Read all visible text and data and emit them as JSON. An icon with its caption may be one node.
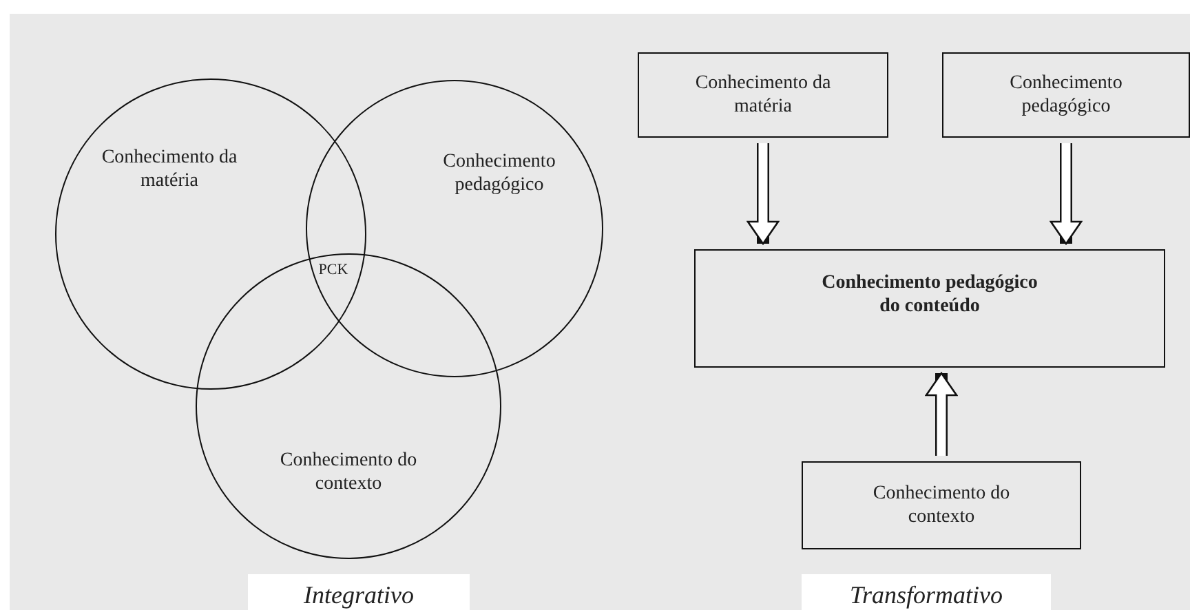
{
  "diagram": {
    "nodes": [
      {
        "text": [
          "Conhecimento da matéria"
        ]
      },
      {
        "text": [
          "Conhecimento pedagógico"
        ]
      },
      {
        "text": [
          "Conhecimento do contexto"
        ]
      },
      {
        "text": [
          "Conhecimento da matéria"
        ]
      },
      {
        "text": [
          "Conhecimento pedagógico"
        ]
      },
      {
        "text": [
          "Conhecimento pedagógico do conteúdo"
        ]
      },
      {
        "text": [
          "Conhecimento do contexto"
        ]
      }
    ],
    "edges": [
      {
        "from": 3,
        "to": 5,
        "arrow": "to"
      },
      {
        "from": 4,
        "to": 5,
        "arrow": "to"
      },
      {
        "from": 6,
        "to": 5,
        "arrow": "to"
      }
    ],
    "labels": [
      "PCK",
      "Integrativo",
      "Transformativo"
    ]
  }
}
